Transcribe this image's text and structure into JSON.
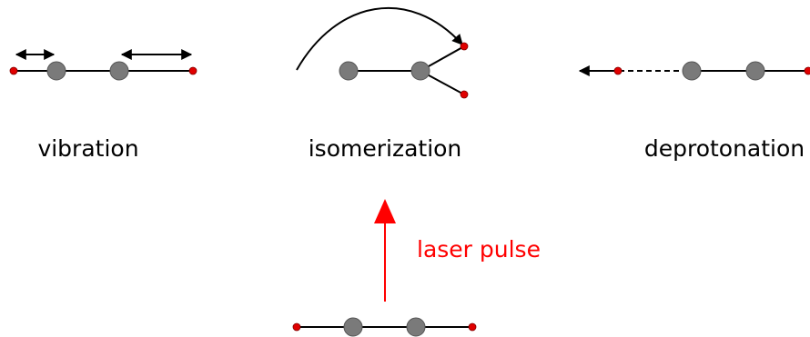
{
  "labels": {
    "vibration": "vibration",
    "isomerization": "isomerization",
    "deprotonation": "deprotonation",
    "laser_pulse": "laser pulse"
  },
  "colors": {
    "heavy_atom": "#7a7a7a",
    "hydrogen": "#e00000",
    "bond": "#000000",
    "laser": "#ff0000",
    "background": "#ffffff"
  }
}
